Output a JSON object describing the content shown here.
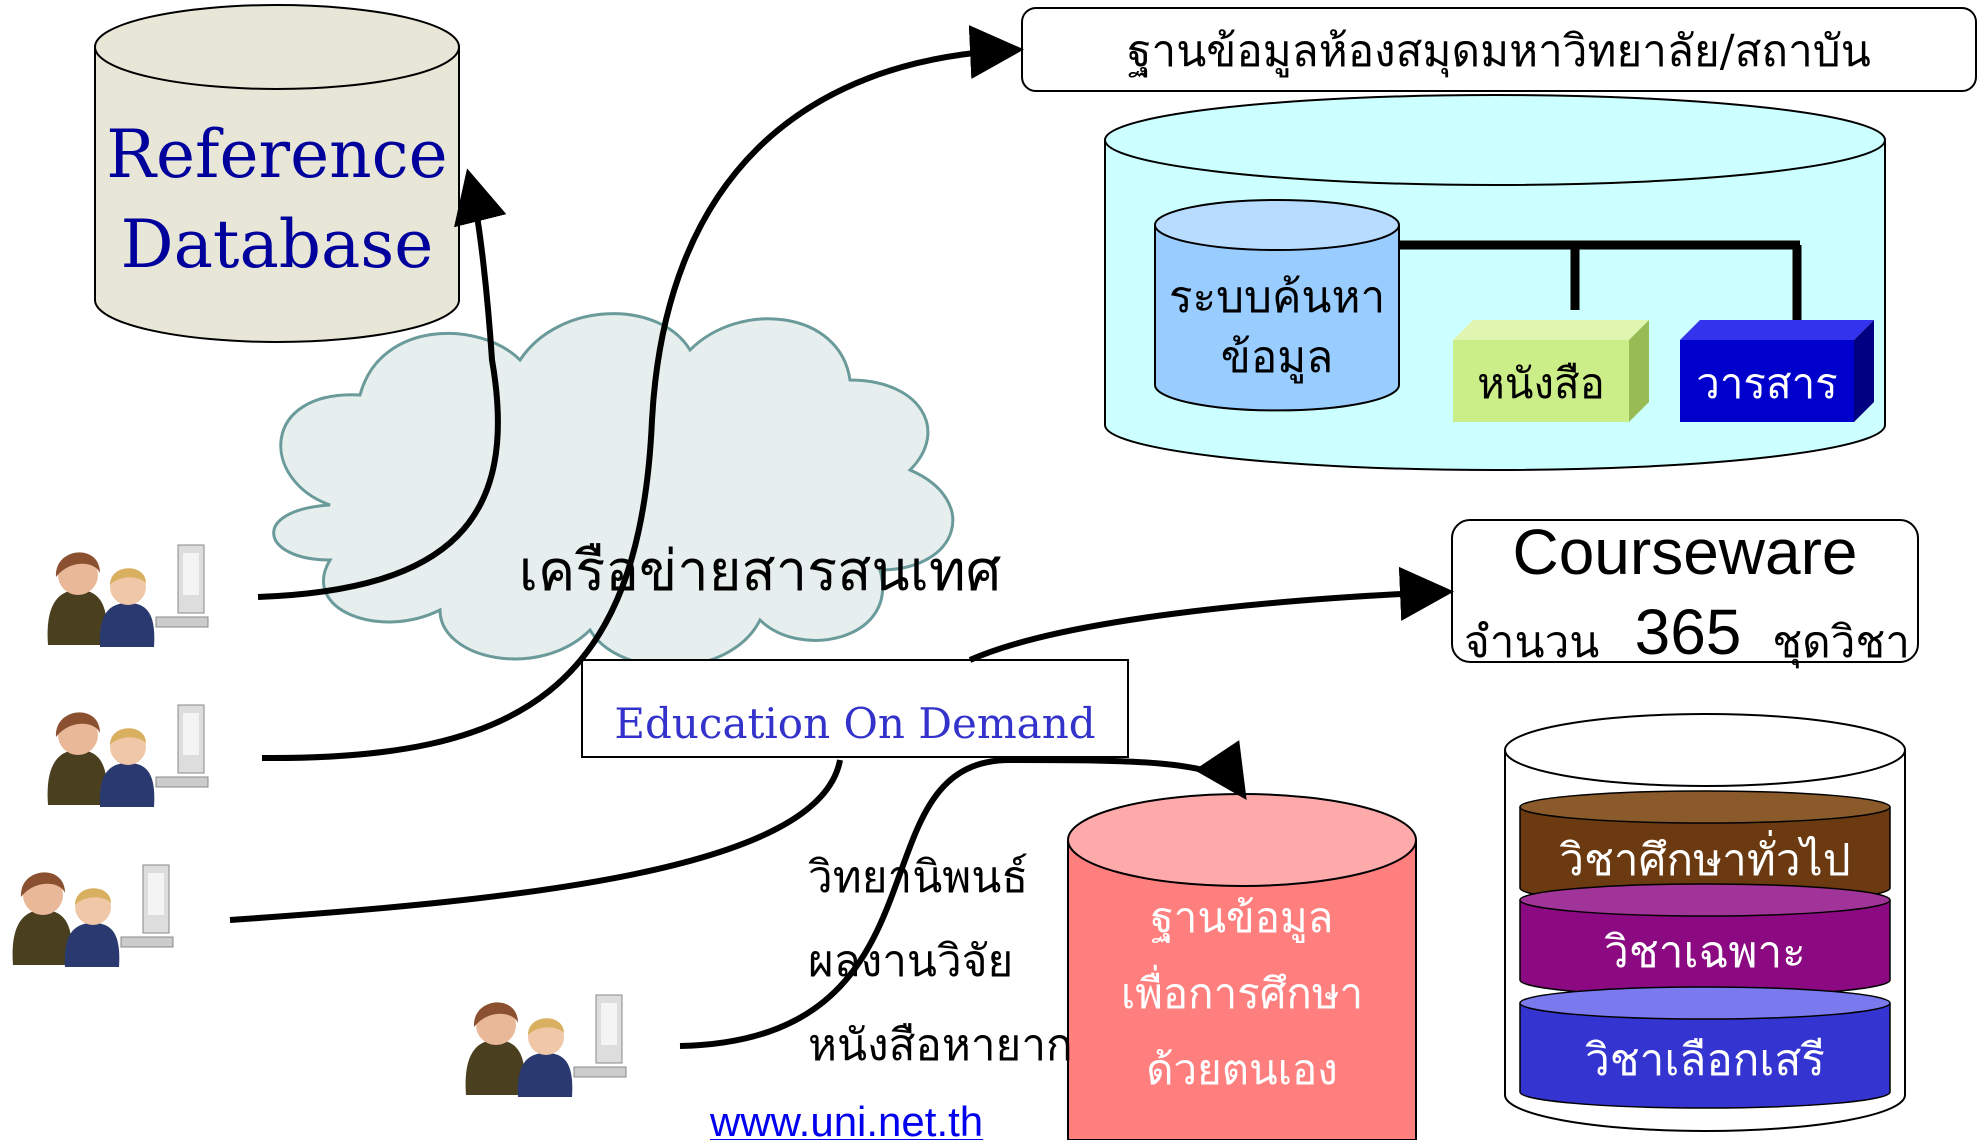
{
  "reference_db": {
    "line1": "Reference",
    "line2": "Database"
  },
  "library_db": {
    "title": "ฐานข้อมูลห้องสมุดมหาวิทยาลัย/สถาบัน",
    "search": {
      "line1": "ระบบค้นหา",
      "line2": "ข้อมูล"
    },
    "books": "หนังสือ",
    "journals": "วารสาร"
  },
  "network": {
    "label": "เครือข่ายสารสนเทศ"
  },
  "eod": {
    "label": "Education On Demand"
  },
  "courseware": {
    "title": "Courseware",
    "prefix": "จำนวน",
    "count": "365",
    "suffix": "ชุดวิชา"
  },
  "course_types": [
    "วิชาศึกษาทั่วไป",
    "วิชาเฉพาะ",
    "วิชาเลือกเสรี"
  ],
  "self_study_db": {
    "line1": "ฐานข้อมูล",
    "line2": "เพื่อการศึกษา",
    "line3": "ด้วยตนเอง"
  },
  "resources": [
    "วิทยานิพนธ์",
    "ผลงานวิจัย",
    "หนังสือหายาก"
  ],
  "website": "www.uni.net.th",
  "colors": {
    "reference_db": "#e8e6d6",
    "library_db": "#ccffff",
    "search_cyl": "#99ccff",
    "books": "#ccee88",
    "journals": "#0000cc",
    "cloud": "#e6eeee",
    "self_study_db": "#ff7f7f",
    "general": "#6b3a10",
    "specific": "#8b0a82",
    "elective": "#3434d0",
    "text_blue": "#00009c",
    "link": "#0000ee"
  }
}
